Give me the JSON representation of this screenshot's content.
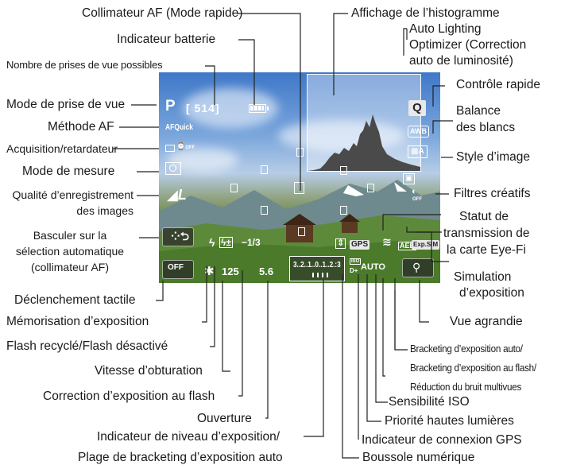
{
  "labels": {
    "collimateur": "Collimateur AF (Mode rapide)",
    "histogramme": "Affichage de l’histogramme",
    "batterie": "Indicateur batterie",
    "alo_1": "Auto Lighting",
    "alo_2": "Optimizer (Correction",
    "alo_3": "auto de luminosité)",
    "nombre_prises": "Nombre de prises de vue possibles",
    "mode_prise": "Mode de prise de vue",
    "controle_rapide": "Contrôle rapide",
    "balance_1": "Balance",
    "balance_2": "des blancs",
    "methode_af": "Méthode AF",
    "acquisition": "Acquisition/retardateur",
    "style_image": "Style d’image",
    "mode_mesure": "Mode de mesure",
    "qualite_1": "Qualité d’enregistrement",
    "qualite_2": "des images",
    "filtres": "Filtres créatifs",
    "statut_1": "Statut de",
    "statut_2": "transmission de",
    "statut_3": "la carte Eye-Fi",
    "basculer_1": "Basculer sur la",
    "basculer_2": "sélection automatique",
    "basculer_3": "(collimateur AF)",
    "simulation_1": "Simulation",
    "simulation_2": "d’exposition",
    "declenchement": "Déclenchement tactile",
    "memorisation": "Mémorisation d’exposition",
    "vue_agrandie": "Vue agrandie",
    "flash_recycle": "Flash recyclé/Flash désactivé",
    "bracketing_1": "Bracketing d’exposition auto/",
    "bracketing_2": "Bracketing d’exposition au flash/",
    "bracketing_3": "Réduction du bruit multivues",
    "vitesse": "Vitesse d’obturation",
    "correction_flash": "Correction d’exposition au flash",
    "sensibilite": "Sensibilité ISO",
    "ouverture": "Ouverture",
    "priorite": "Priorité hautes lumières",
    "niveau_1": "Indicateur de niveau d’exposition/",
    "niveau_2": "Plage de bracketing d’exposition auto",
    "gps_indicateur": "Indicateur de connexion GPS",
    "boussole": "Boussole numérique"
  },
  "screen": {
    "mode": "P",
    "shots": "[ 514]",
    "af_method": "AFQuick",
    "shutter": "125",
    "aperture": "5.6",
    "flash_comp": "−1/3",
    "exposure_scale": "3..2..1..0..1..2.:3",
    "gps": "GPS",
    "aeb": "AEB",
    "exp_sim": "Exp.SIM",
    "iso": "AUTO",
    "iso_tag": "ISO",
    "dplus": "D+",
    "quick_control": "Q",
    "wb": "AWB",
    "picture_style": "A",
    "off_tag": "OFF",
    "ae_lock": "✱",
    "flash_ready": "ϟ"
  }
}
